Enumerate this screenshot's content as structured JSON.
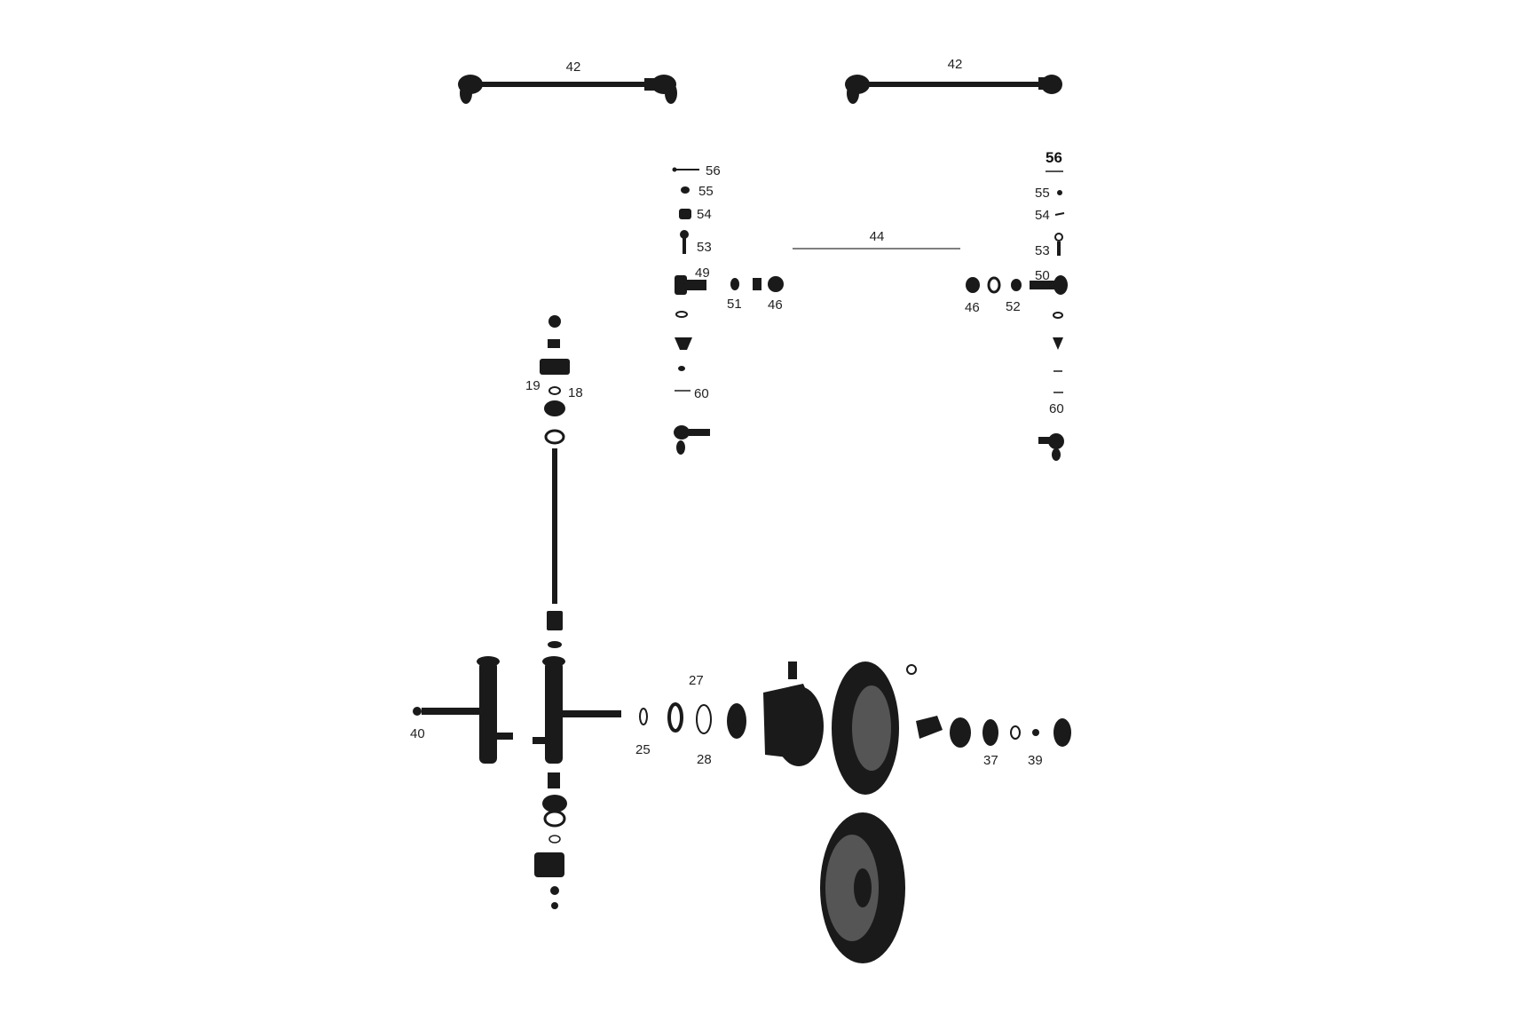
{
  "labels": {
    "tie_rod_left": "42",
    "tie_rod_right": "42",
    "center_rod": "44",
    "left_column": [
      "56",
      "55",
      "54",
      "53",
      "49",
      "51",
      "46",
      "60"
    ],
    "right_column": [
      "56",
      "55",
      "54",
      "53",
      "50",
      "46",
      "52",
      "60"
    ],
    "kingpin": [
      "19",
      "18"
    ],
    "axle_stub": "40",
    "hub_parts": [
      "25",
      "27",
      "28",
      "37",
      "39"
    ]
  }
}
